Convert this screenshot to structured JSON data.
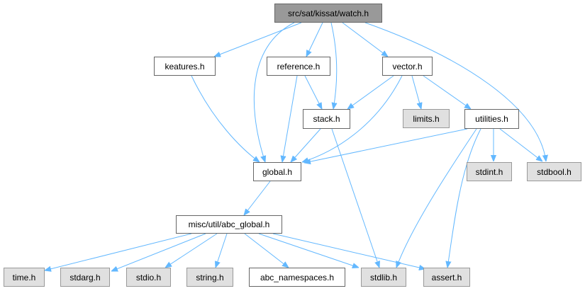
{
  "graph": {
    "root": "src/sat/kissat/watch.h",
    "nodes": {
      "watch": "src/sat/kissat/watch.h",
      "keatures": "keatures.h",
      "reference": "reference.h",
      "vector": "vector.h",
      "stack": "stack.h",
      "limits": "limits.h",
      "utilities": "utilities.h",
      "global": "global.h",
      "stdint": "stdint.h",
      "stdbool": "stdbool.h",
      "abc_global": "misc/util/abc_global.h",
      "time": "time.h",
      "stdarg": "stdarg.h",
      "stdio": "stdio.h",
      "string": "string.h",
      "abc_namespaces": "abc_namespaces.h",
      "stdlib": "stdlib.h",
      "assert": "assert.h"
    },
    "edges": [
      [
        "watch",
        "keatures"
      ],
      [
        "watch",
        "global"
      ],
      [
        "watch",
        "reference"
      ],
      [
        "watch",
        "stack"
      ],
      [
        "watch",
        "vector"
      ],
      [
        "watch",
        "stdbool"
      ],
      [
        "keatures",
        "global"
      ],
      [
        "reference",
        "global"
      ],
      [
        "reference",
        "stack"
      ],
      [
        "vector",
        "stack"
      ],
      [
        "vector",
        "global"
      ],
      [
        "vector",
        "limits"
      ],
      [
        "vector",
        "utilities"
      ],
      [
        "stack",
        "global"
      ],
      [
        "stack",
        "stdlib"
      ],
      [
        "utilities",
        "global"
      ],
      [
        "utilities",
        "stdlib"
      ],
      [
        "utilities",
        "assert"
      ],
      [
        "utilities",
        "stdint"
      ],
      [
        "utilities",
        "stdbool"
      ],
      [
        "global",
        "abc_global"
      ],
      [
        "abc_global",
        "time"
      ],
      [
        "abc_global",
        "stdarg"
      ],
      [
        "abc_global",
        "stdio"
      ],
      [
        "abc_global",
        "string"
      ],
      [
        "abc_global",
        "abc_namespaces"
      ],
      [
        "abc_global",
        "stdlib"
      ],
      [
        "abc_global",
        "assert"
      ]
    ],
    "colors": {
      "edge": "#63b8ff",
      "root_fill": "#999999",
      "system_fill": "#e0e0e0"
    }
  }
}
